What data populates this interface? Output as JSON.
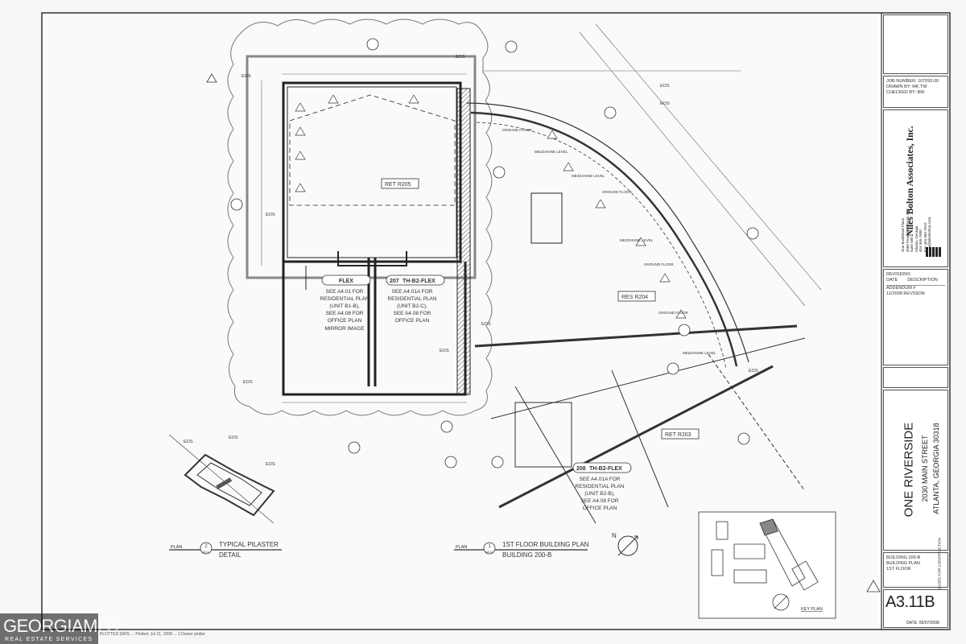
{
  "title_block": {
    "job_number": "JOB NUMBER: 107093.00",
    "drawn_by": "DRAWN BY: MK,TW",
    "checked_by": "CHECKED BY: BW",
    "firm_name": "Niles Bolton Associates, Inc.",
    "firm_address": [
      "One Buckhead Plaza",
      "3060 Peachtree Road, NW",
      "Suite 600",
      "Atlanta, Georgia",
      "404-365-7600",
      "Fax 404-365-7610",
      "nba@nilesbolton.com"
    ],
    "revisions_label": "REVISIONS",
    "date_label": "DATE",
    "description_label": "DESCRIPTION",
    "revision_rows": [
      "ADDENDUM #",
      "12/2008  REVISION"
    ],
    "project_name": "ONE RIVERSIDE",
    "project_street": "2030 MAIN STREET",
    "project_city": "ATLANTA, GEORGIA 30318",
    "sheet_desc": [
      "BUILDING 200-B",
      "BUILDING PLAN",
      "1ST FLOOR"
    ],
    "sheet_number": "A3.11B",
    "sheet_date": "DATE: 05/07/2008",
    "released_note": "RELEASED FOR CONSTRUCTION"
  },
  "drawing": {
    "unit_tags": [
      {
        "id": "207",
        "label": "TH-B2-FLEX"
      },
      {
        "id": "208",
        "label": "TH-B2-FLEX"
      },
      {
        "id": "",
        "label": "FLEX"
      }
    ],
    "notes": [
      [
        "SEE A4.01 FOR",
        "RESIDENTIAL PLAN",
        "(UNIT B1-B),",
        "SEE A4.08 FOR",
        "OFFICE PLAN",
        "",
        "MIRROR IMAGE"
      ],
      [
        "SEE A4.01A FOR",
        "RESIDENTIAL PLAN",
        "(UNIT B2-C),",
        "SEE A4.08 FOR",
        "OFFICE PLAN"
      ],
      [
        "SEE A4.01A FOR",
        "RESIDENTIAL PLAN",
        "(UNIT B2-B),",
        "SEE A4.08 FOR",
        "OFFICE PLAN"
      ]
    ],
    "room_tags": {
      "ret205": "RET  R205",
      "res204": "RES  R204",
      "ret203": "RET  R203"
    },
    "eos": "EOS",
    "level_labels": [
      "GROUND FLOOR",
      "MEZZANINE LEVEL"
    ],
    "plan_title_1": {
      "num": "1",
      "ref": "A3.11",
      "label_small": "PLAN",
      "line1": "1ST FLOOR BUILDING PLAN",
      "line2": "BUILDING 200-B"
    },
    "plan_title_2": {
      "num": "2",
      "ref": "A3.11",
      "label_small": "PLAN",
      "line1": "TYPICAL PILASTER",
      "line2": "DETAIL"
    },
    "key_plan": "KEY PLAN",
    "footer": "PLOTTED DATE ... Plotted: Jul 21, 2008 ... 1:Owner plotter"
  },
  "watermark": {
    "name": "GEORGIAMLS",
    "tagline": "REAL ESTATE SERVICES"
  }
}
